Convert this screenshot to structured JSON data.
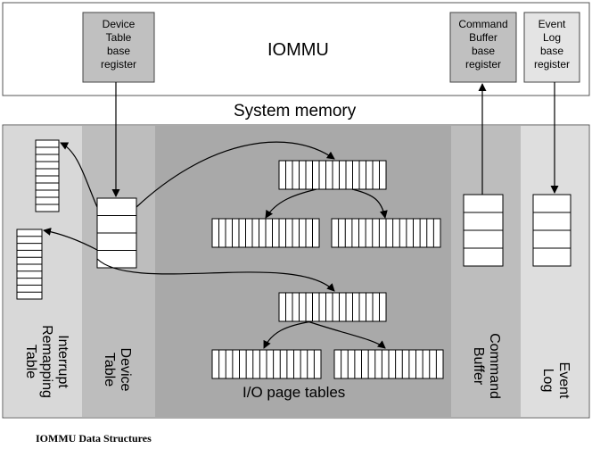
{
  "iommu": {
    "title": "IOMMU",
    "device_table_base_register": "Device\nTable\nbase\nregister",
    "command_buffer_base_register": "Command\nBuffer\nbase\nregister",
    "event_log_base_register": "Event\nLog\nbase\nregister"
  },
  "system_memory": {
    "title": "System memory",
    "interrupt_remapping_table": "Interrupt\nRemapping\nTable",
    "device_table": "Device\nTable",
    "io_page_tables": "I/O page tables",
    "command_buffer": "Command\nBuffer",
    "event_log": "Event\nLog"
  },
  "caption": "IOMMU Data Structures",
  "colors": {
    "register_fill": "#c0c0c0",
    "interrupt_column": "#d8d8d8",
    "device_column": "#bdbdbd",
    "io_column": "#a9a9a9",
    "command_column": "#bdbdbd",
    "event_column": "#dedede"
  }
}
